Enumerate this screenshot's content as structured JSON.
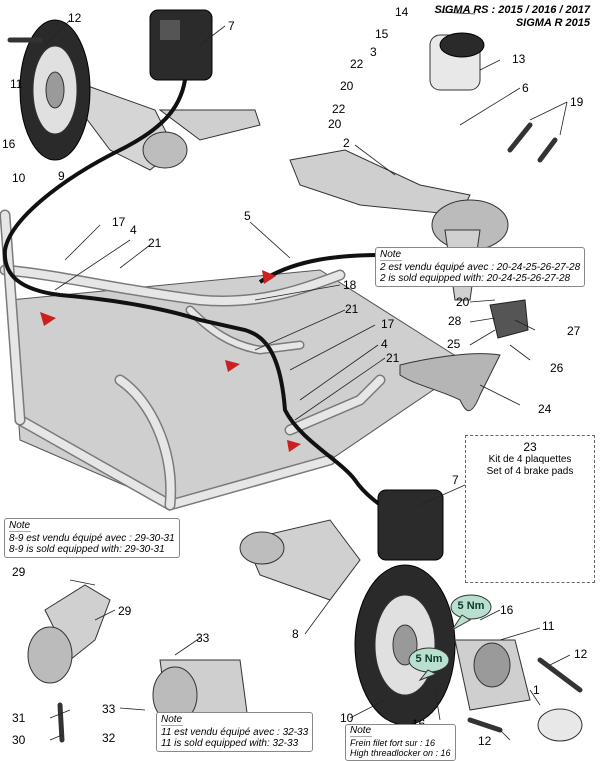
{
  "header": {
    "model_line1": "SIGMA RS : 2015 / 2016 / 2017",
    "model_line2": "SIGMA R 2015"
  },
  "callouts": {
    "c1": "1",
    "c2": "2",
    "c3": "3",
    "c4a": "4",
    "c4b": "4",
    "c5": "5",
    "c6": "6",
    "c7a": "7",
    "c7b": "7",
    "c8": "8",
    "c9": "9",
    "c10a": "10",
    "c10b": "10",
    "c11a": "11",
    "c11b": "11",
    "c12a": "12",
    "c12b": "12",
    "c12c": "12",
    "c13": "13",
    "c14": "14",
    "c15": "15",
    "c16a": "16",
    "c16b": "16",
    "c16c": "16",
    "c17a": "17",
    "c17b": "17",
    "c18": "18",
    "c19": "19",
    "c20a": "20",
    "c20b": "20",
    "c20c": "20",
    "c21a": "21",
    "c21b": "21",
    "c21c": "21",
    "c22a": "22",
    "c22b": "22",
    "c24": "24",
    "c25": "25",
    "c26": "26",
    "c27": "27",
    "c28": "28",
    "c29a": "29",
    "c29b": "29",
    "c30": "30",
    "c31": "31",
    "c32": "32",
    "c33a": "33",
    "c33b": "33"
  },
  "notes": {
    "caliper_note": {
      "head": "Note",
      "fr": "2 est vendu équipé avec : 20-24-25-26-27-28",
      "en": "2 is sold equipped with: 20-24-25-26-27-28"
    },
    "hose_note": {
      "head": "Note",
      "fr": "8-9 est vendu équipé avec : 29-30-31",
      "en": "8-9 is sold equipped with: 29-30-31"
    },
    "hub_note": {
      "head": "Note",
      "fr": "11 est vendu équipé avec : 32-33",
      "en": "11 is sold equipped with: 32-33"
    },
    "locker_note": {
      "head": "Note",
      "fr": "Frein filet fort sur : 16",
      "en": "High threadlocker on : 16"
    }
  },
  "brake_pads": {
    "number": "23",
    "fr": "Kit de 4 plaquettes",
    "en": "Set of 4 brake pads"
  },
  "torque": {
    "upper": "5 Nm",
    "lower": "5 Nm"
  },
  "colors": {
    "line": "#1a1a1a",
    "hose": "#111111",
    "metal_light": "#d9d9d9",
    "metal_mid": "#b5b5b5",
    "plate_grey": "#c8c8c8",
    "torque_green": "#b9dfcf",
    "arrow_red": "#cc1f1f"
  }
}
